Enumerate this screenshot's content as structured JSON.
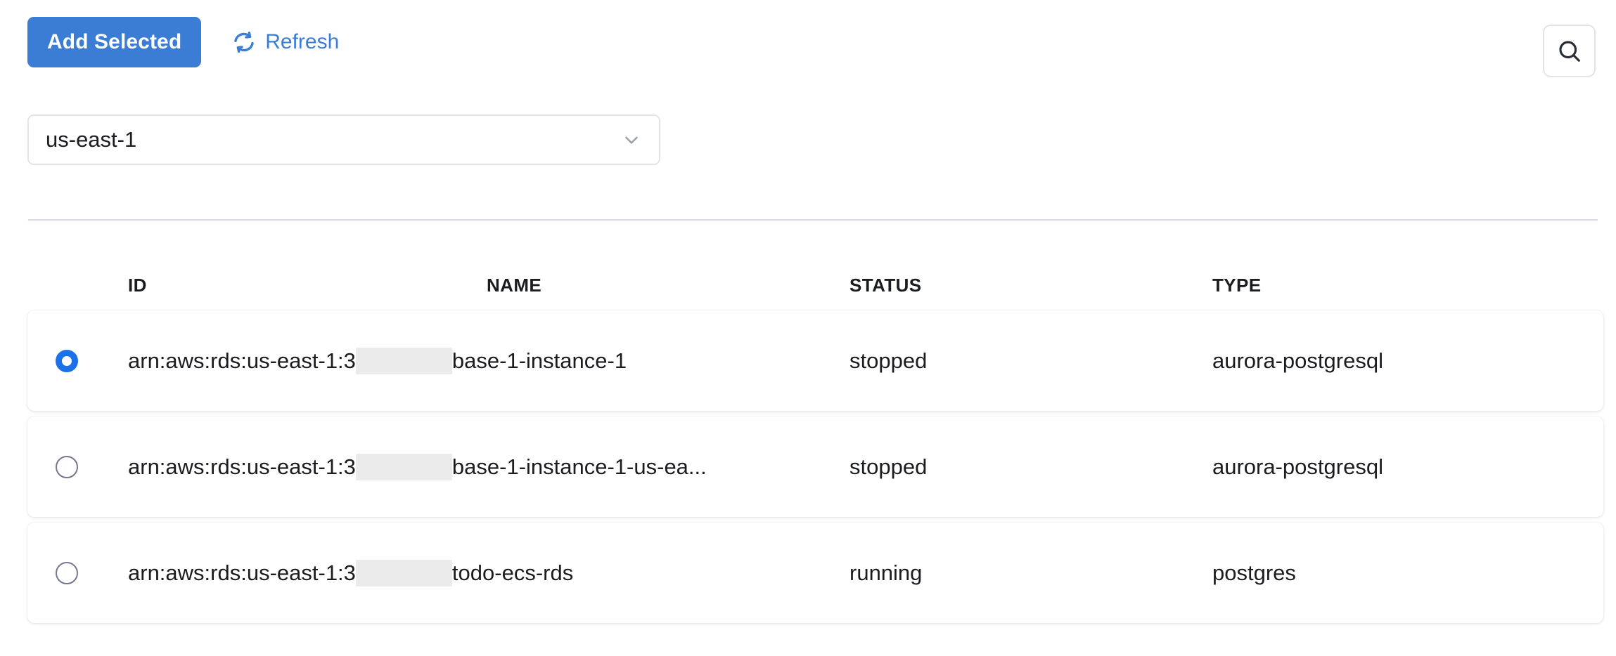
{
  "toolbar": {
    "add_selected_label": "Add Selected",
    "refresh_label": "Refresh",
    "refresh_icon": "refresh-icon",
    "search_icon": "search-icon",
    "accent_color": "#3b7dd4"
  },
  "region_filter": {
    "selected": "us-east-1",
    "chevron_icon": "chevron-down-icon"
  },
  "table": {
    "columns": [
      {
        "key": "id",
        "label": "ID"
      },
      {
        "key": "name",
        "label": "NAME"
      },
      {
        "key": "status",
        "label": "STATUS"
      },
      {
        "key": "type",
        "label": "TYPE"
      }
    ],
    "rows": [
      {
        "selected": true,
        "arn_prefix": "arn:aws:rds:us-east-1:3",
        "redacted_width": 137,
        "arn_suffix": "base-1-instance-1",
        "status": "stopped",
        "type": "aurora-postgresql"
      },
      {
        "selected": false,
        "arn_prefix": "arn:aws:rds:us-east-1:3",
        "redacted_width": 137,
        "arn_suffix": "base-1-instance-1-us-ea...",
        "status": "stopped",
        "type": "aurora-postgresql"
      },
      {
        "selected": false,
        "arn_prefix": "arn:aws:rds:us-east-1:3",
        "redacted_width": 137,
        "arn_suffix": " todo-ecs-rds",
        "status": "running",
        "type": "postgres"
      }
    ]
  }
}
